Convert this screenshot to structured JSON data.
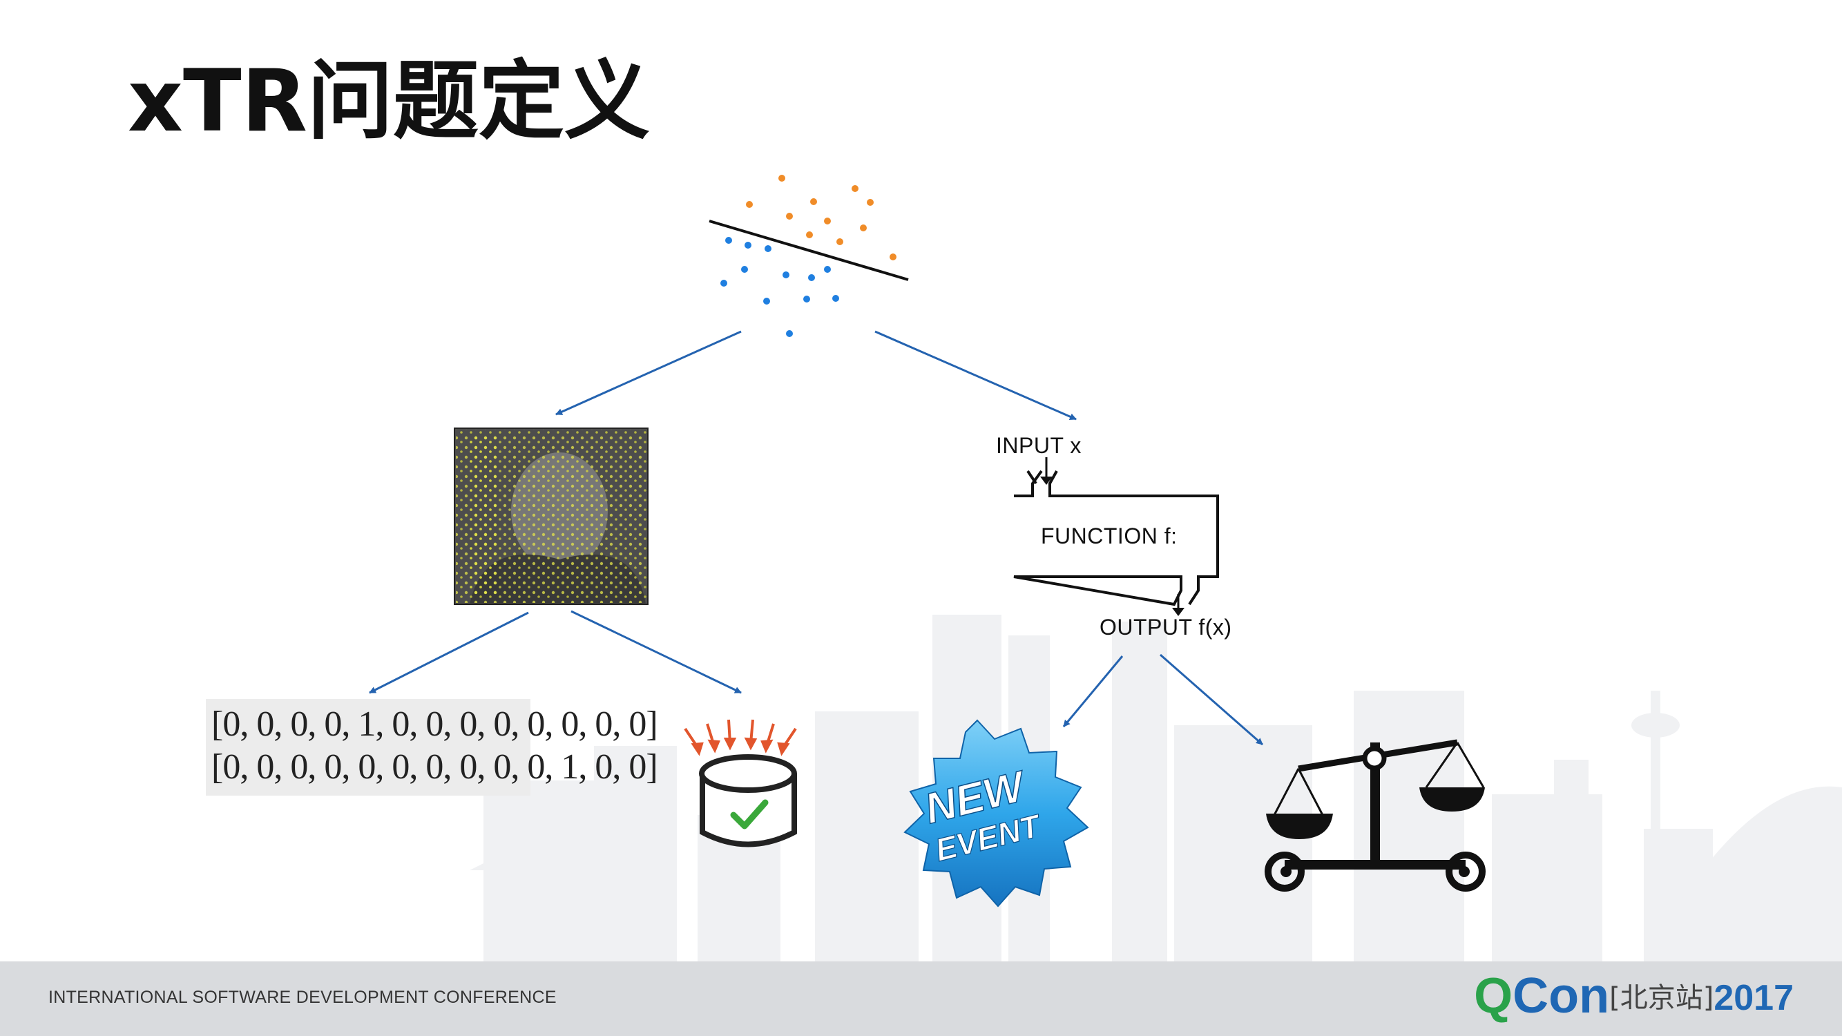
{
  "slide": {
    "title": "xTR问题定义",
    "footer_text": "INTERNATIONAL SOFTWARE DEVELOPMENT CONFERENCE",
    "brand": {
      "q": "Q",
      "con": "Con",
      "city": "[北京站]",
      "year": "2017"
    }
  },
  "function_box": {
    "input_label": "INPUT x",
    "function_label": "FUNCTION f:",
    "output_label": "OUTPUT f(x)"
  },
  "vector_panel": {
    "row1": "[0, 0, 0, 0, 1, 0, 0, 0, 0, 0, 0, 0, 0]",
    "row2": "[0, 0, 0, 0, 0, 0, 0, 0, 0, 0, 1, 0, 0]"
  },
  "new_event_badge": {
    "line1": "NEW",
    "line2": "EVENT"
  },
  "colors": {
    "arrow": "#2463b0",
    "orange_dots": "#f08c28",
    "blue_dots": "#1f7fe0",
    "badge_blue": "#2fa6ea",
    "check_green": "#3aa83a",
    "alert_red": "#e2552c"
  },
  "icons": [
    "scatter-plot-icon",
    "keypoint-photo-icon",
    "database-check-icon",
    "new-event-badge-icon",
    "balance-scale-icon"
  ]
}
